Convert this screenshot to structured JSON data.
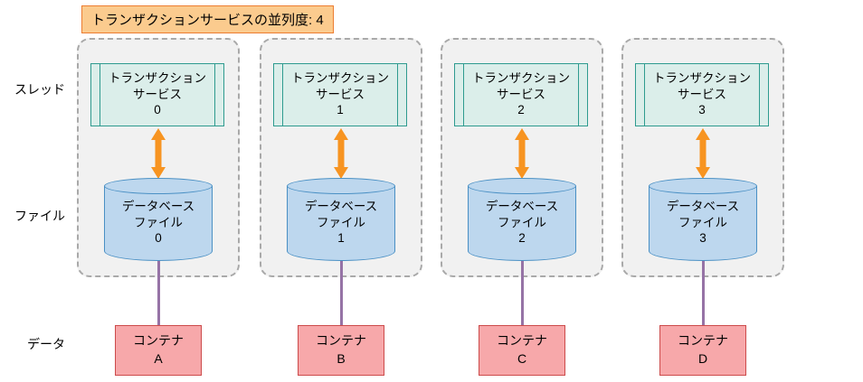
{
  "title": "トランザクションサービスの並列度: 4",
  "row_labels": {
    "thread": "スレッド",
    "file": "ファイル",
    "data": "データ"
  },
  "columns": [
    {
      "service": {
        "line1": "トランザクション",
        "line2": "サービス",
        "number": "0"
      },
      "database": {
        "line1": "データベース",
        "line2": "ファイル",
        "number": "0"
      },
      "container": {
        "label": "コンテナ",
        "name": "A"
      }
    },
    {
      "service": {
        "line1": "トランザクション",
        "line2": "サービス",
        "number": "1"
      },
      "database": {
        "line1": "データベース",
        "line2": "ファイル",
        "number": "1"
      },
      "container": {
        "label": "コンテナ",
        "name": "B"
      }
    },
    {
      "service": {
        "line1": "トランザクション",
        "line2": "サービス",
        "number": "2"
      },
      "database": {
        "line1": "データベース",
        "line2": "ファイル",
        "number": "2"
      },
      "container": {
        "label": "コンテナ",
        "name": "C"
      }
    },
    {
      "service": {
        "line1": "トランザクション",
        "line2": "サービス",
        "number": "3"
      },
      "database": {
        "line1": "データベース",
        "line2": "ファイル",
        "number": "3"
      },
      "container": {
        "label": "コンテナ",
        "name": "D"
      }
    }
  ],
  "colors": {
    "title_bg": "#FBCB8E",
    "title_border": "#ED7D31",
    "panel_bg": "#F1F1F1",
    "panel_border": "#A9A9A9",
    "service_bg": "#DBEEEA",
    "service_border": "#2E9B8F",
    "arrow": "#F79421",
    "cylinder_bg": "#BDD7EE",
    "cylinder_border": "#4A90C4",
    "connector": "#9673A6",
    "container_bg": "#F7A8AA",
    "container_border": "#CC4B4B"
  }
}
